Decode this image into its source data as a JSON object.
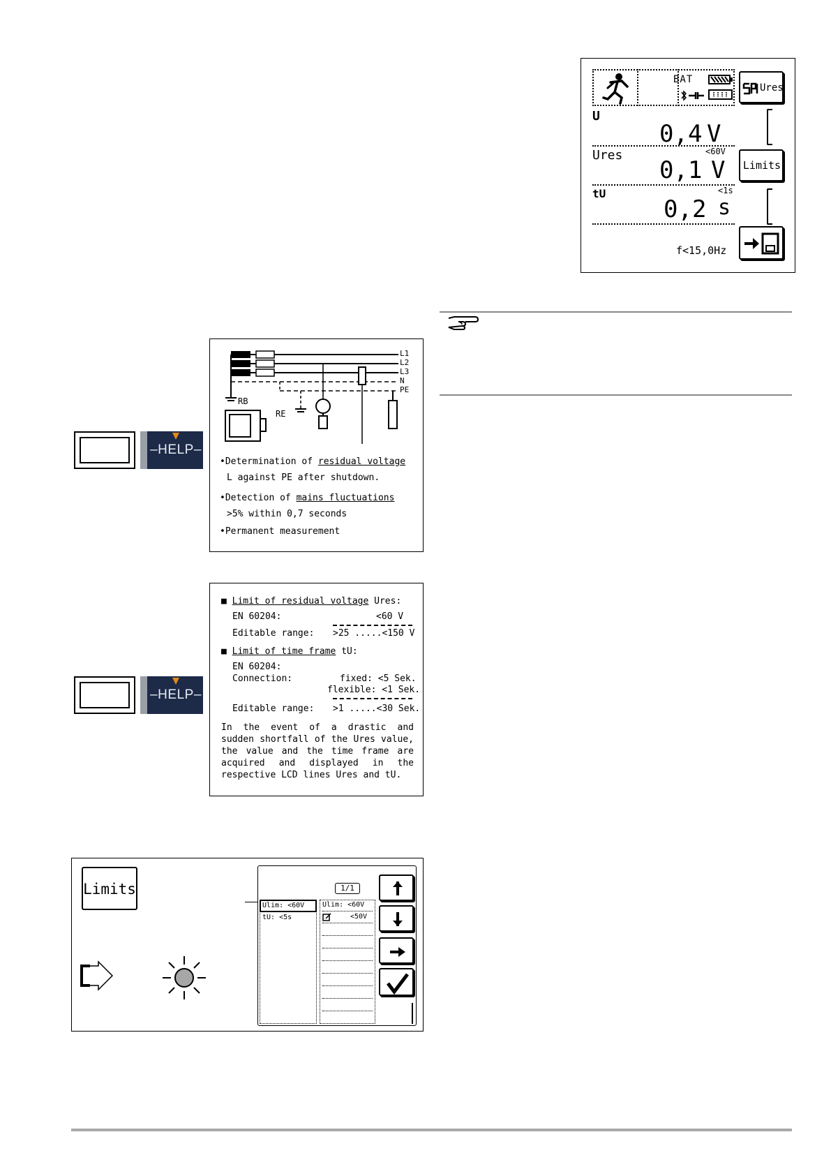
{
  "lcd_display": {
    "bat_label": "BAT",
    "function_key": "Ures",
    "u_label": "U",
    "u_value": "0,4",
    "u_unit": "V",
    "ures_label": "Ures",
    "ures_limit": "<60V",
    "ures_value": "0,1",
    "ures_unit": "V",
    "limits_button": "Limits",
    "tu_label": "tU",
    "tu_limit": "<1s",
    "tu_value": "0,2",
    "tu_unit": "s",
    "freq": "f<15,0Hz"
  },
  "help_key": {
    "label": "HELP"
  },
  "help_screen_1": {
    "diagram_labels": {
      "l1": "L1",
      "l2": "L2",
      "l3": "L3",
      "n": "N",
      "pe": "PE",
      "rb": "RB",
      "re": "RE"
    },
    "bullets": [
      {
        "pre": "•Determination of ",
        "link": "residual voltage",
        "line2": "L against PE after shutdown."
      },
      {
        "pre": "•Detection of ",
        "link": "mains fluctuations",
        "line2": ">5%  within 0,7 seconds"
      },
      {
        "pre": "•Permanent measurement",
        "link": "",
        "line2": ""
      }
    ]
  },
  "help_screen_2": {
    "b1_link": "Limit of residual voltage",
    "b1_sym": "Ures:",
    "en1": "EN 60204:",
    "en1_val": "<60 V",
    "range1_label": "Editable range:",
    "range1_val": ">25 .....<150 V",
    "b2_link": "Limit of time frame",
    "b2_sym": "tU:",
    "en2": "EN 60204:",
    "conn_label": "Connection:",
    "fixed": "fixed: <5 Sek.",
    "flexible": "flexible: <1 Sek.",
    "range2_label": "Editable range:",
    "range2_val": ">1 .....<30 Sek.",
    "para": "In the event of a drastic and sudden shortfall of the Ures value, the value and the time frame are acquired and displayed in the respective LCD lines Ures and tU."
  },
  "limits_panel": {
    "limits_button": "Limits",
    "page": "1/1",
    "left_items": [
      "Ulim: <60V",
      "tU:  <5s"
    ],
    "right_items": [
      "Ulim: <60V",
      "<50V"
    ]
  }
}
